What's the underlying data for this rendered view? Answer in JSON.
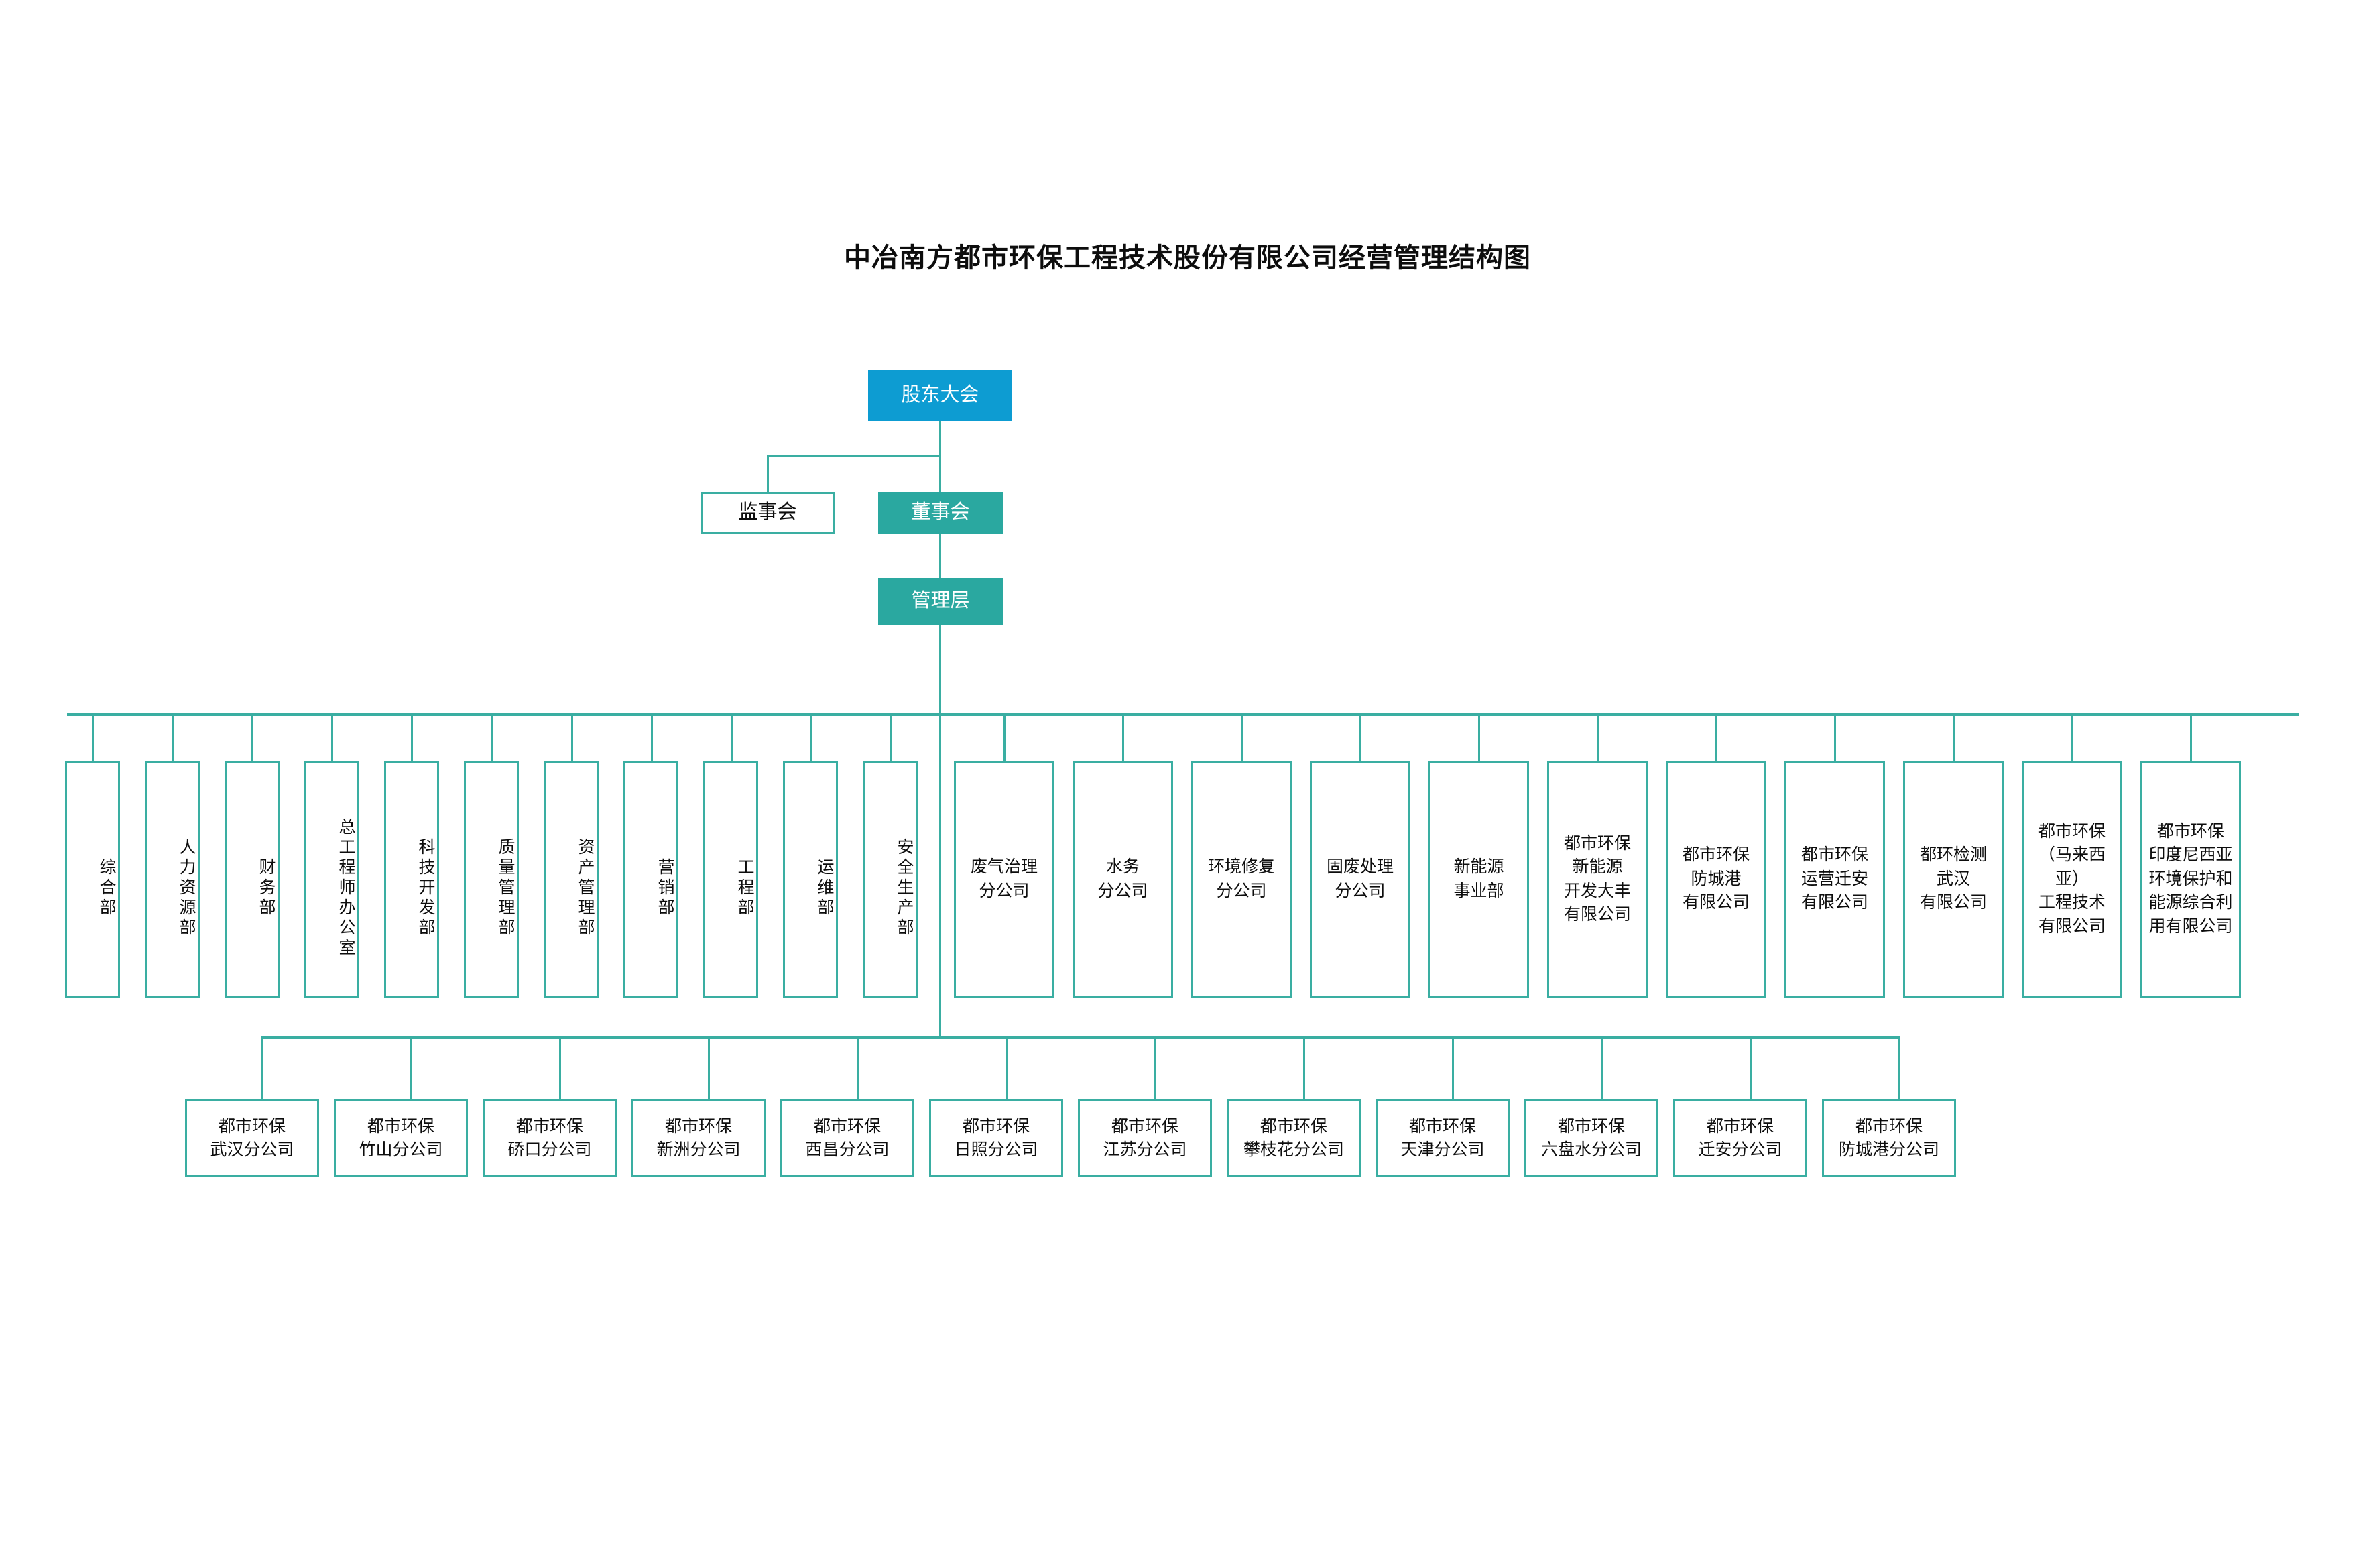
{
  "title": "中冶南方都市环保工程技术股份有限公司经营管理结构图",
  "colors": {
    "accent_blue": "#0d9cd2",
    "accent_teal": "#2aa8a0",
    "line": "#3aaea2",
    "box_border": "#3aaea2",
    "text": "#0d0d0d",
    "box_fill": "#ffffff"
  },
  "governance": {
    "shareholders_meeting": "股东大会",
    "supervisory_board": "监事会",
    "board_of_directors": "董事会",
    "management": "管理层"
  },
  "departments": [
    {
      "label": "综合部"
    },
    {
      "label": "人力资源部"
    },
    {
      "label": "财务部"
    },
    {
      "label": "总工程师办公室"
    },
    {
      "label": "科技开发部"
    },
    {
      "label": "质量管理部"
    },
    {
      "label": "资产管理部"
    },
    {
      "label": "营销部"
    },
    {
      "label": "工程部"
    },
    {
      "label": "运维部"
    },
    {
      "label": "安全生产部"
    }
  ],
  "business_units": [
    {
      "label": "废气治理\n分公司"
    },
    {
      "label": "水务\n分公司"
    },
    {
      "label": "环境修复\n分公司"
    },
    {
      "label": "固废处理\n分公司"
    },
    {
      "label": "新能源\n事业部"
    },
    {
      "label": "都市环保\n新能源\n开发大丰\n有限公司"
    },
    {
      "label": "都市环保\n防城港\n有限公司"
    },
    {
      "label": "都市环保\n运营迁安\n有限公司"
    },
    {
      "label": "都环检测\n武汉\n有限公司"
    },
    {
      "label": "都市环保\n（马来西亚）\n工程技术\n有限公司"
    },
    {
      "label": "都市环保\n印度尼西亚\n环境保护和\n能源综合利\n用有限公司"
    }
  ],
  "branches": [
    {
      "label": "都市环保\n武汉分公司"
    },
    {
      "label": "都市环保\n竹山分公司"
    },
    {
      "label": "都市环保\n硚口分公司"
    },
    {
      "label": "都市环保\n新洲分公司"
    },
    {
      "label": "都市环保\n西昌分公司"
    },
    {
      "label": "都市环保\n日照分公司"
    },
    {
      "label": "都市环保\n江苏分公司"
    },
    {
      "label": "都市环保\n攀枝花分公司"
    },
    {
      "label": "都市环保\n天津分公司"
    },
    {
      "label": "都市环保\n六盘水分公司"
    },
    {
      "label": "都市环保\n迁安分公司"
    },
    {
      "label": "都市环保\n防城港分公司"
    }
  ]
}
